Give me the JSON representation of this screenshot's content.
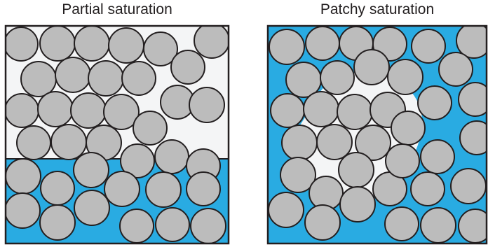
{
  "panels": [
    {
      "title": "Partial saturation",
      "fluid": "water-bottom-gas-top"
    },
    {
      "title": "Patchy saturation",
      "fluid": "water-surrounding-gas-patch"
    }
  ],
  "colors": {
    "water": "#29abe2",
    "gas": "#f4f5f6",
    "grain_fill": "#bcbcbc",
    "outline": "#231f20"
  }
}
